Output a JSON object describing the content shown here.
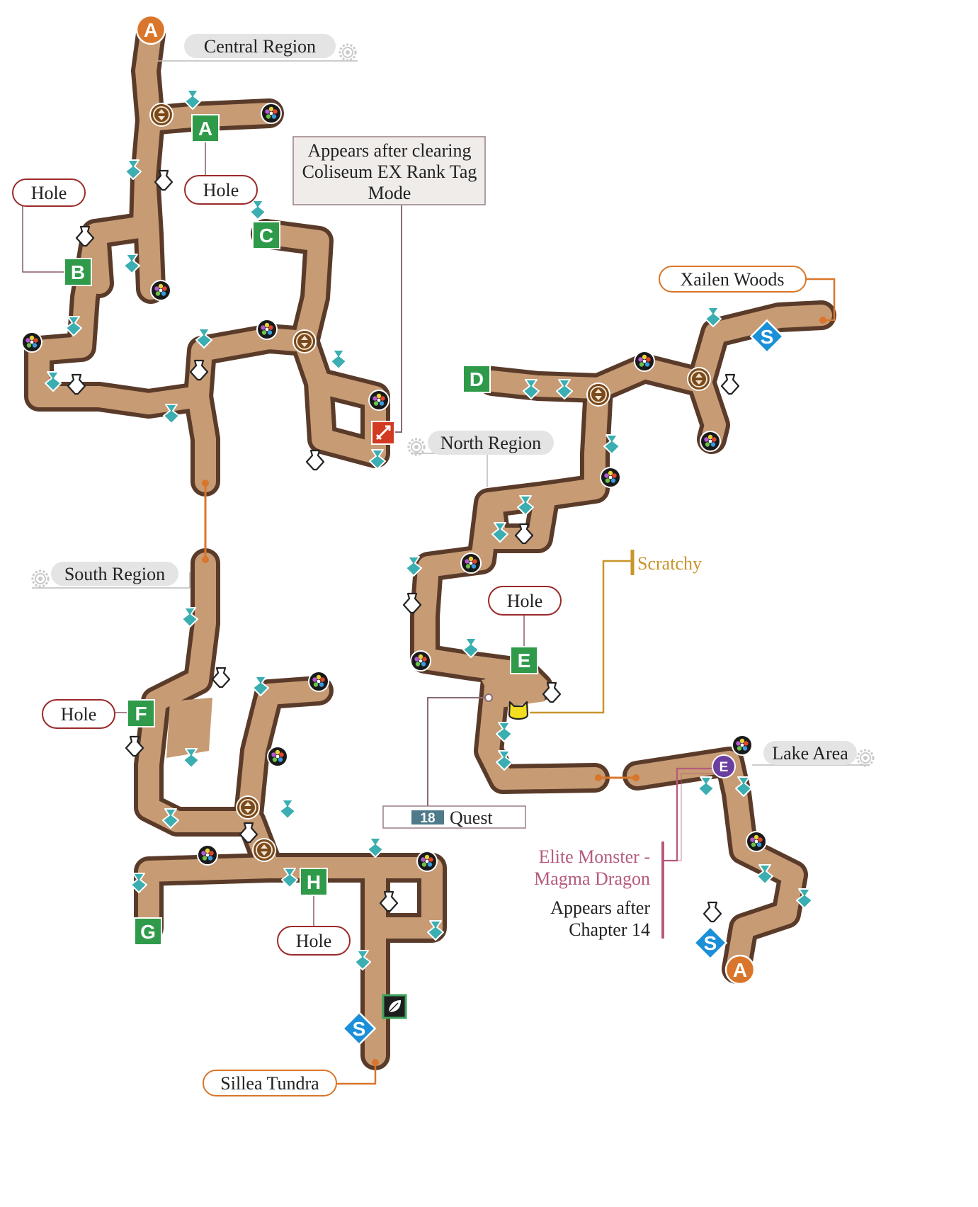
{
  "regions": {
    "central": "Central Region",
    "north": "North Region",
    "south": "South Region",
    "lake": "Lake Area"
  },
  "exits": {
    "xailen": "Xailen Woods",
    "sillea": "Sillea Tundra"
  },
  "holes": {
    "label": "Hole"
  },
  "markers": {
    "a": "A",
    "b": "B",
    "c": "C",
    "d": "D",
    "e": "E",
    "f": "F",
    "g": "G",
    "h": "H",
    "s": "S"
  },
  "notes": {
    "coliseum": [
      "Appears after clearing",
      "Coliseum EX Rank Tag",
      "Mode"
    ],
    "scratchy": "Scratchy",
    "quest_number": "18",
    "quest_label": "Quest",
    "elite_title": [
      "Elite Monster -",
      "Magma Dragon"
    ],
    "elite_cond": [
      "Appears after",
      "Chapter 14"
    ]
  },
  "colors": {
    "path_fill": "#c79b74",
    "path_border": "#5a3b2a",
    "orange": "#d9762b",
    "green_marker": "#2e9a4a",
    "blue_marker": "#1b8fd8",
    "teal_item": "#3aaeb0",
    "hole_border": "#9b2a2a",
    "scratchy": "#c8952b",
    "elite": "#b55a7e",
    "gray_label": "#e4e4e4",
    "quest_box": "#4e7a8a"
  },
  "icons": [
    "mining-point-icon",
    "collection-point-icon",
    "gathering-point-icon",
    "warp-icon",
    "boss-icon",
    "leaf-icon",
    "cat-icon",
    "gear-icon",
    "elite-icon"
  ]
}
